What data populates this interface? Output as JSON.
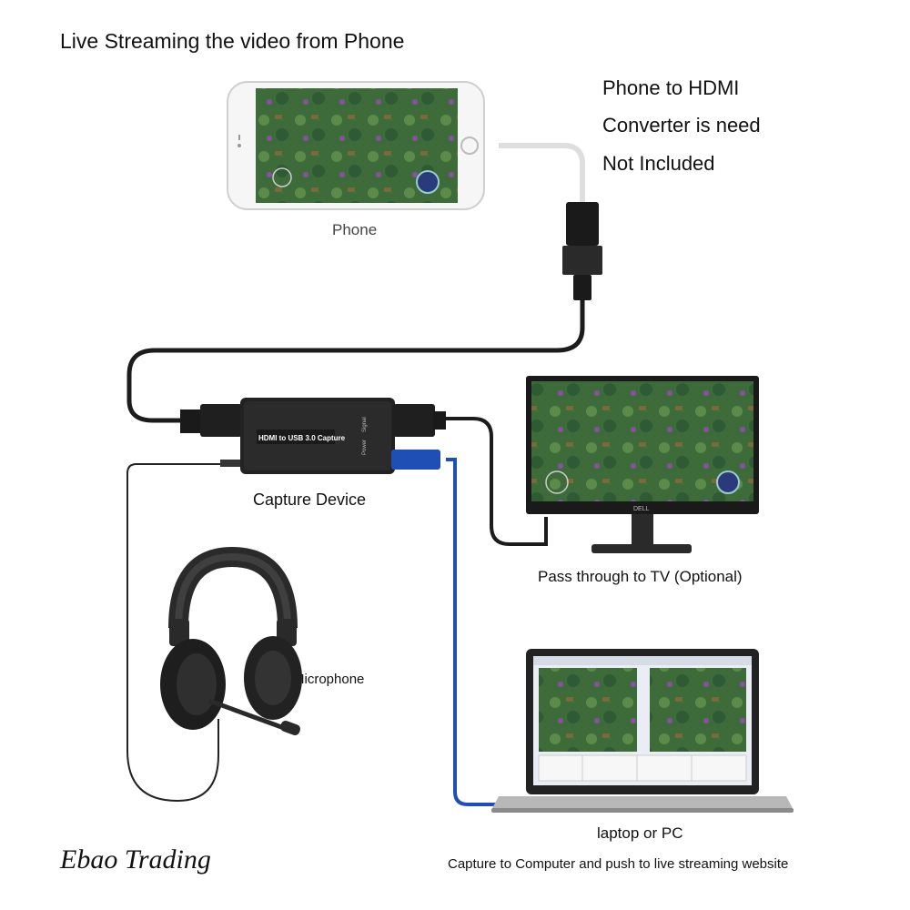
{
  "title": "Live Streaming the video from Phone",
  "converter_note": {
    "line1": "Phone to HDMI",
    "line2": "Converter is need",
    "line3": "Not Included"
  },
  "labels": {
    "phone": "Phone",
    "capture_device": "Capture Device",
    "capture_device_text": "HDMI to USB 3.0 Capture",
    "port_signal": "Signal",
    "port_power": "Power",
    "pass_through": "Pass through to TV (Optional)",
    "microphone": "Microphone",
    "laptop": "laptop or PC",
    "caption": "Capture to Computer and push to live streaming website",
    "monitor_brand": "DELL"
  },
  "brand": "Ebao Trading",
  "colors": {
    "hdmi_cable": "#1c1c1c",
    "usb_cable": "#1f4fb5",
    "mic_cable": "#222222",
    "lightning_cable": "#e8e8e8",
    "device_body": "#222222",
    "game_green": "#3d6b3a"
  }
}
